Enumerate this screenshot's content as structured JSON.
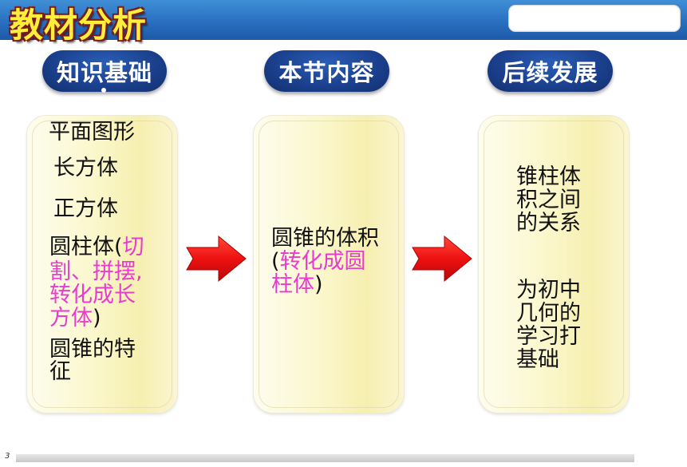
{
  "title": "教材分析",
  "columns": [
    {
      "header": "知识基础"
    },
    {
      "header": "本节内容"
    },
    {
      "header": "后续发展"
    }
  ],
  "col1": {
    "l1": "平面图形",
    "l2": "长方体",
    "l3": "正方体",
    "l4a": "圆柱体(",
    "l4b": "切",
    "l5": "割、拼摆,",
    "l6": "转化成长",
    "l7a": "方体",
    "l7b": ")",
    "l8": "圆锥的特",
    "l9": "征"
  },
  "col2": {
    "l1": "圆锥的体积",
    "l2a": "(",
    "l2b": "转化成圆",
    "l3a": "柱体",
    "l3b": ")"
  },
  "col3": {
    "l1": "锥柱体",
    "l2": "积之间",
    "l3": "的关系",
    "l4": "为初中",
    "l5": "几何的",
    "l6": "学习打",
    "l7": "基础"
  },
  "footer": {
    "page": "3"
  },
  "colors": {
    "header_bg": "#1a3f8c",
    "title_fill": "#ffef3a",
    "accent_pink": "#e83bd0",
    "arrow_red": "#ee1111"
  }
}
